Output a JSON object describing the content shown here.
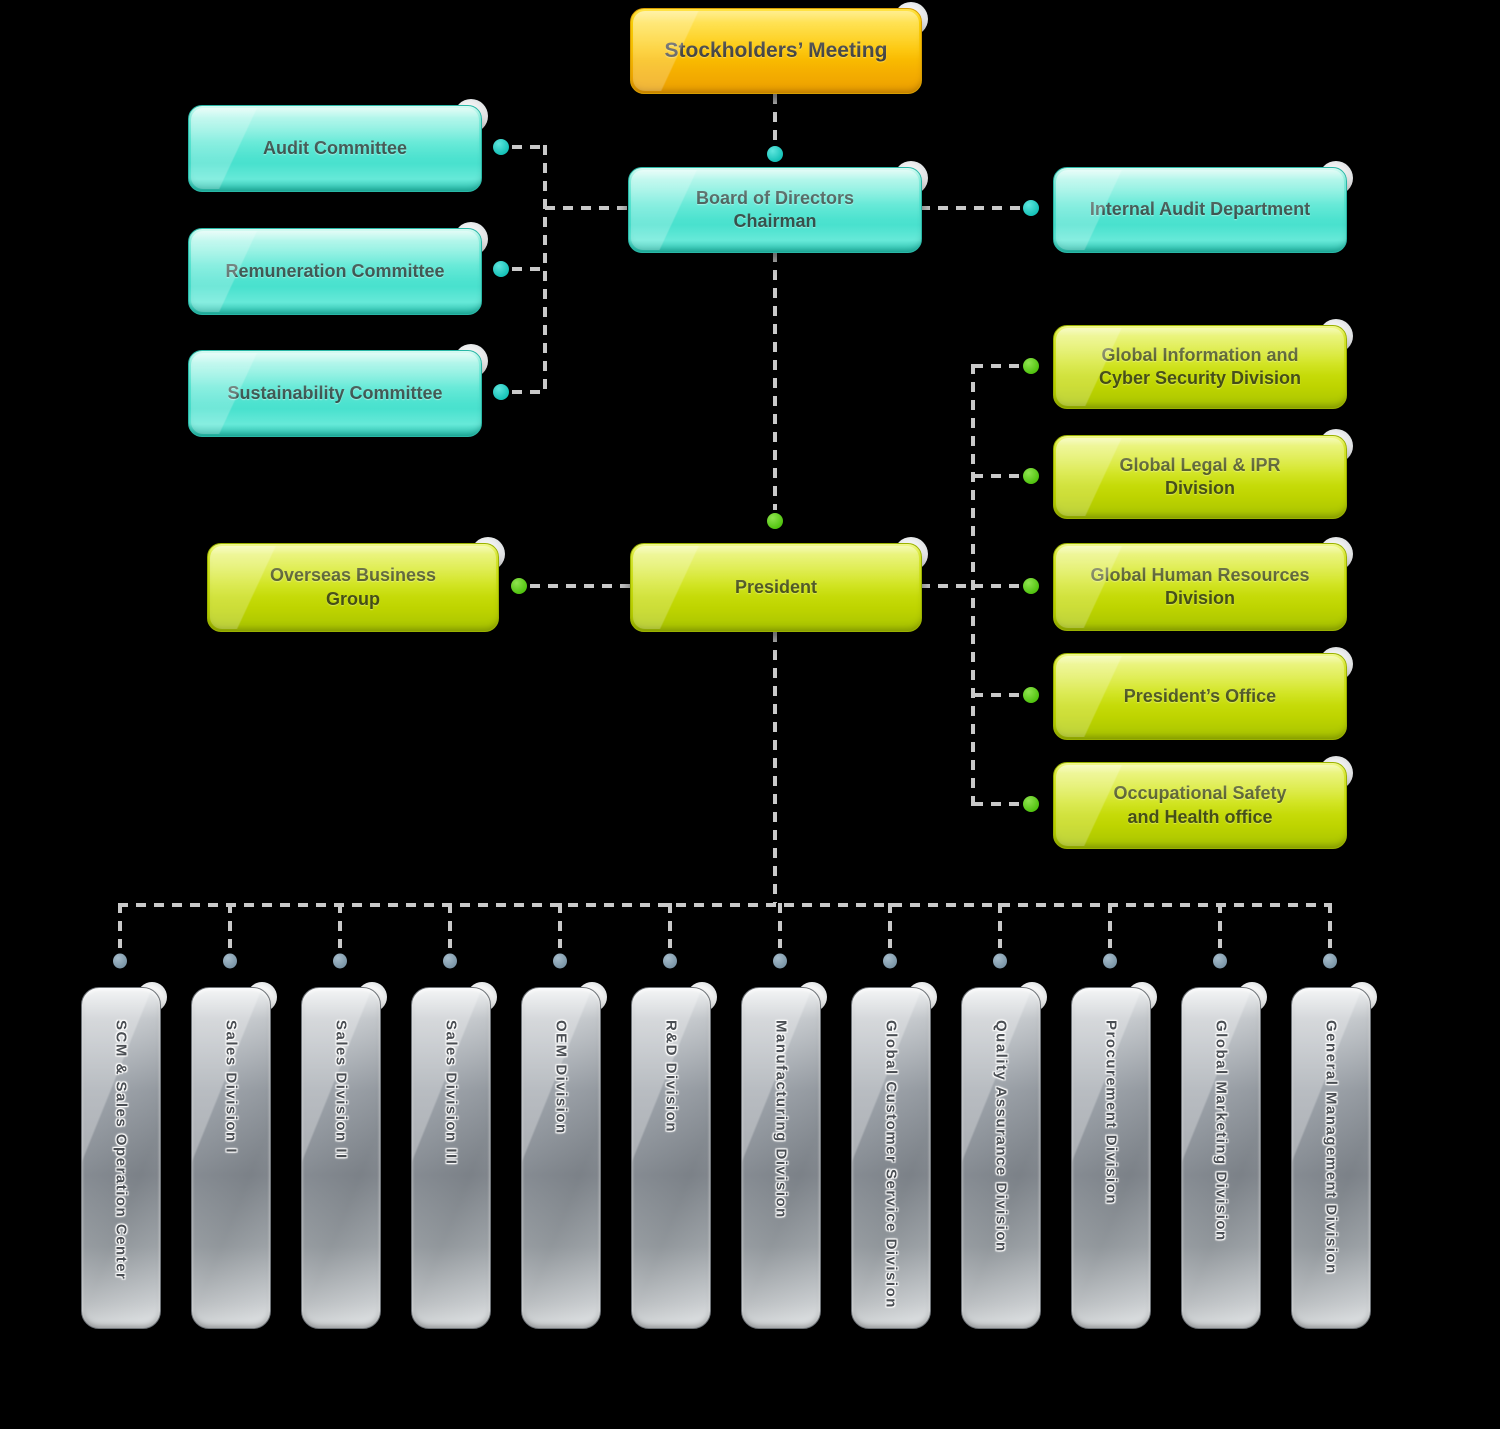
{
  "org": {
    "stockholders": {
      "label": "Stockholders’ Meeting"
    },
    "board": {
      "lines": [
        "Board of Directors",
        "Chairman"
      ]
    },
    "internal_audit": {
      "label": "Internal Audit Department"
    },
    "committees": [
      {
        "label": "Audit Committee"
      },
      {
        "label": "Remuneration Committee"
      },
      {
        "label": "Sustainability Committee"
      }
    ],
    "overseas": {
      "label": "Overseas Business Group"
    },
    "president": {
      "label": "President"
    },
    "staff_offices": [
      {
        "lines": [
          "Global Information and",
          "Cyber Security Division"
        ]
      },
      {
        "lines": [
          "Global Legal & IPR Division",
          ""
        ]
      },
      {
        "lines": [
          "Global Human Resources",
          "Division"
        ]
      },
      {
        "lines": [
          "President’s Office",
          ""
        ]
      },
      {
        "lines": [
          "Occupational Safety",
          "and Health office"
        ]
      }
    ],
    "divisions": [
      {
        "label": "SCM & Sales Operation Center"
      },
      {
        "label": "Sales Division I"
      },
      {
        "label": "Sales Division II"
      },
      {
        "label": "Sales Division III"
      },
      {
        "label": "OEM Division"
      },
      {
        "label": "R&D Division"
      },
      {
        "label": "Manufacturing Division"
      },
      {
        "label": "Global Customer Service Division"
      },
      {
        "label": "Quality Assurance Division"
      },
      {
        "label": "Procurement Division"
      },
      {
        "label": "Global Marketing Division"
      },
      {
        "label": "General Management Division"
      }
    ]
  },
  "colors": {
    "gold": "#fdc500",
    "cyan": "#4de4d0",
    "lime": "#cfe312",
    "gray_column": "#9aa0a6",
    "dot_teal": "#17c3b9",
    "dot_green": "#53c411",
    "dot_steel": "#7b96a8",
    "dash": "#c9c9c9",
    "background": "#000000"
  }
}
